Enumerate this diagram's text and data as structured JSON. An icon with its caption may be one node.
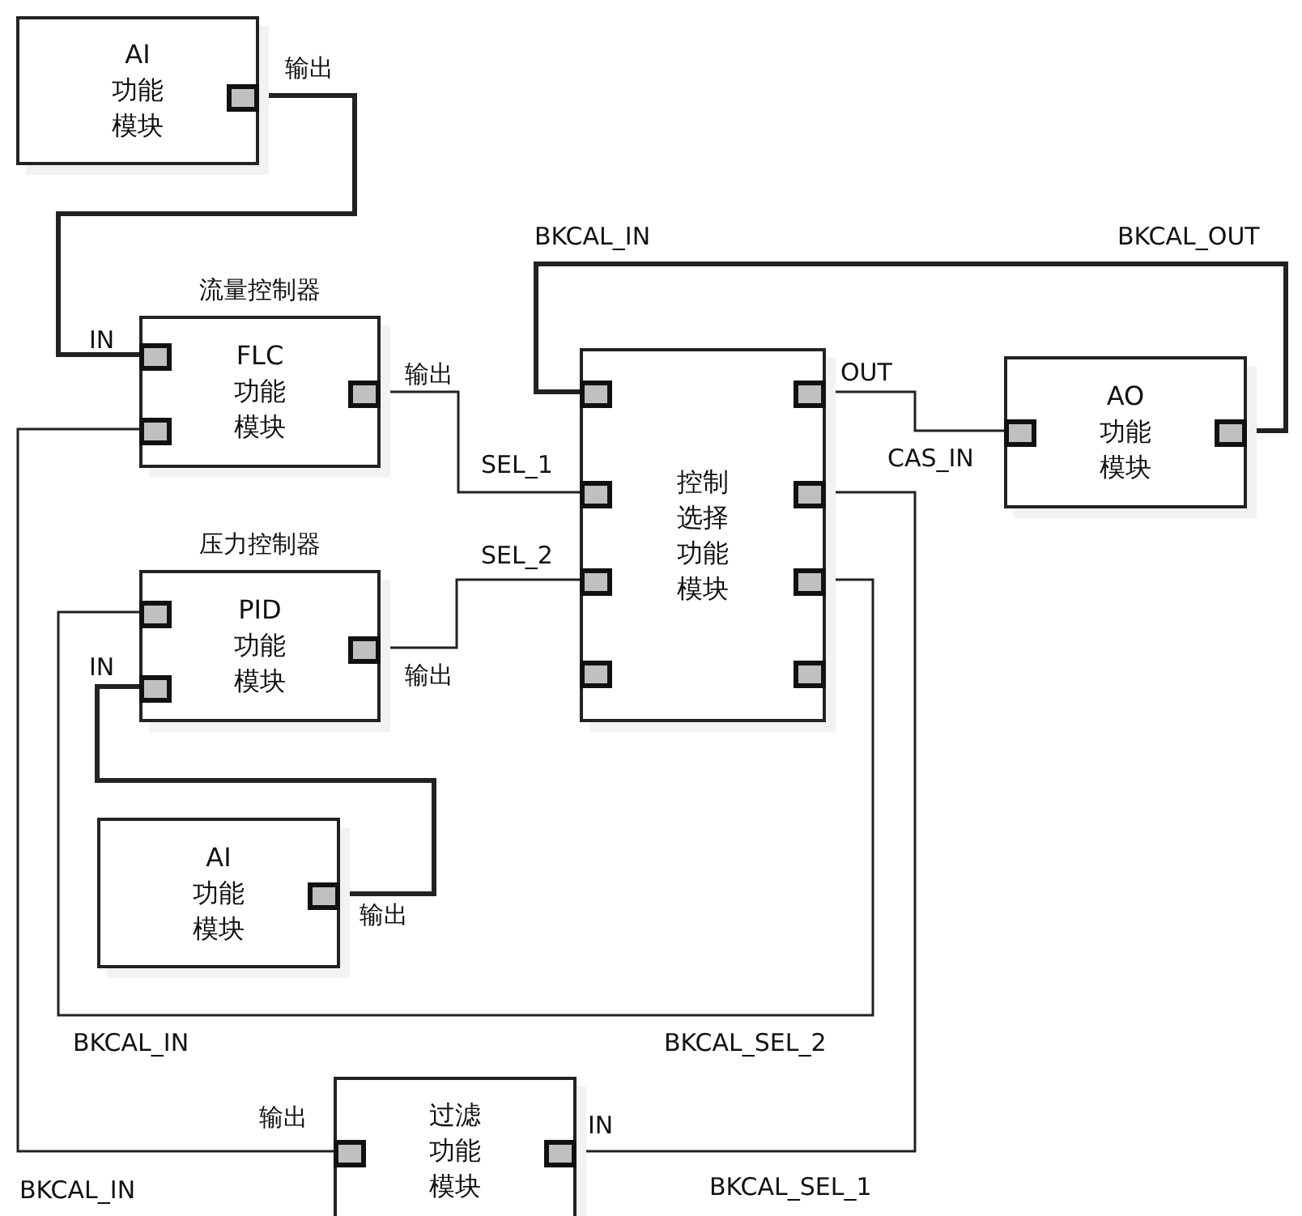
{
  "diagram": {
    "nodes": [
      {
        "text": [
          "AI 功能模块"
        ]
      },
      {
        "text": [
          "流量控制器",
          "FLC 功能模块"
        ]
      },
      {
        "text": [
          "控制选择功能模块"
        ]
      },
      {
        "text": [
          "AO 功能模块"
        ]
      },
      {
        "text": [
          "压力控制器",
          "PID 功能模块"
        ]
      },
      {
        "text": [
          "AI 功能模块"
        ]
      },
      {
        "text": [
          "过滤功能模块"
        ]
      }
    ],
    "edges": [
      {
        "from": 0,
        "to": 1,
        "arrow": "none",
        "style": "thick"
      },
      {
        "from": 1,
        "to": 2,
        "arrow": "none"
      },
      {
        "from": 3,
        "to": 2,
        "arrow": "none",
        "style": "thick"
      },
      {
        "from": 2,
        "to": 3,
        "arrow": "none"
      },
      {
        "from": 4,
        "to": 2,
        "arrow": "none"
      },
      {
        "from": 5,
        "to": 4,
        "arrow": "none",
        "style": "thick"
      },
      {
        "from": 2,
        "to": 4,
        "arrow": "none"
      },
      {
        "from": 2,
        "to": 6,
        "arrow": "none"
      },
      {
        "from": 6,
        "to": 1,
        "arrow": "none"
      }
    ],
    "labels": [
      "输出",
      "BKCAL_IN",
      "BKCAL_OUT",
      "IN",
      "输出",
      "OUT",
      "SEL_1",
      "CAS_IN",
      "SEL_2",
      "IN",
      "输出",
      "输出",
      "BKCAL_IN",
      "BKCAL_SEL_2",
      "输出",
      "IN",
      "BKCAL_IN",
      "BKCAL_SEL_1"
    ]
  }
}
